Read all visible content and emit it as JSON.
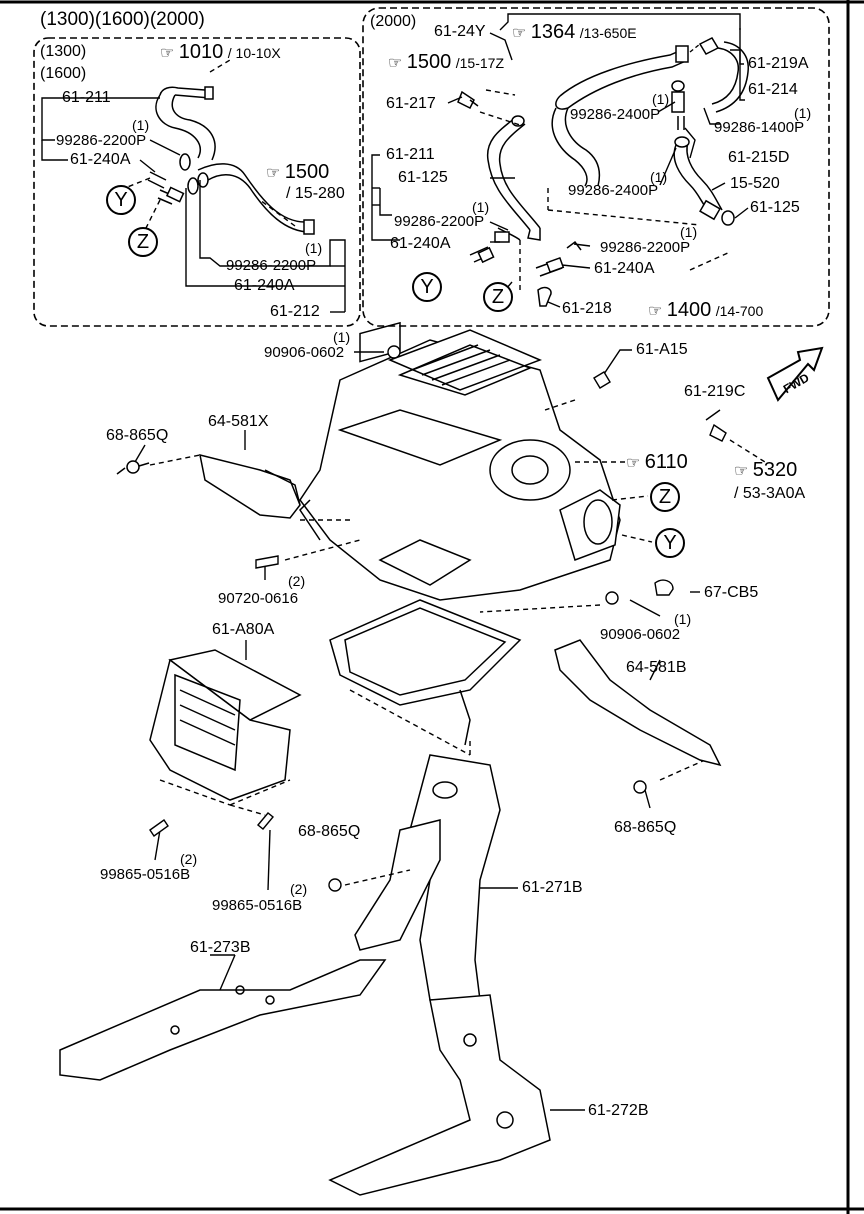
{
  "header": {
    "title": "(1300)(1600)(2000)",
    "left_box_tag_1": "(1300)",
    "left_box_tag_2": "(1600)",
    "right_box_tag": "(2000)"
  },
  "refs": {
    "r1010_main": "1010",
    "r1010_sub": "/ 10-10X",
    "r1500a_main": "1500",
    "r1500a_sub": "/ 15-280",
    "r1364_main": "1364",
    "r1364_sub": "/13-650E",
    "r1500b_main": "1500",
    "r1500b_sub": "/15-17Z",
    "r1400_main": "1400",
    "r1400_sub": "/14-700",
    "r6110_main": "6110",
    "r5320_main": "5320",
    "r5320_sub": "/ 53-3A0A"
  },
  "markers": {
    "y": "Y",
    "z": "Z",
    "fwd": "FWD"
  },
  "parts": {
    "p61_211_l": "61-211",
    "p99286_2200p_l1": "99286-2200P",
    "p99286_2200p_l1_q": "(1)",
    "p61_240a_l1": "61-240A",
    "p99286_2200p_l2": "99286-2200P",
    "p99286_2200p_l2_q": "(1)",
    "p61_240a_l2": "61-240A",
    "p61_212": "61-212",
    "p61_24y": "61-24Y",
    "p61_217": "61-217",
    "p61_211_r": "61-211",
    "p61_125_r1": "61-125",
    "p99286_2200p_r1": "99286-2200P",
    "p99286_2200p_r1_q": "(1)",
    "p61_240a_r1": "61-240A",
    "p61_219a": "61-219A",
    "p61_214": "61-214",
    "p99286_2400p_1": "99286-2400P",
    "p99286_2400p_1_q": "(1)",
    "p99286_1400p": "99286-1400P",
    "p99286_1400p_q": "(1)",
    "p61_215d": "61-215D",
    "p99286_2400p_2": "99286-2400P",
    "p99286_2400p_2_q": "(1)",
    "p15_520": "15-520",
    "p61_125_r2": "61-125",
    "p99286_2200p_r2": "99286-2200P",
    "p99286_2200p_r2_q": "(1)",
    "p61_240a_r2": "61-240A",
    "p61_218": "61-218",
    "p90906_0602_a": "90906-0602",
    "p90906_0602_a_q": "(1)",
    "p61_a15": "61-A15",
    "p61_219c": "61-219C",
    "p68_865q_a": "68-865Q",
    "p64_581x": "64-581X",
    "p90720_0616": "90720-0616",
    "p90720_0616_q": "(2)",
    "p67_cb5": "67-CB5",
    "p90906_0602_b": "90906-0602",
    "p90906_0602_b_q": "(1)",
    "p61_a80a": "61-A80A",
    "p64_581b": "64-581B",
    "p68_865q_b": "68-865Q",
    "p68_865q_c": "68-865Q",
    "p99865_0516b_a": "99865-0516B",
    "p99865_0516b_a_q": "(2)",
    "p99865_0516b_b": "99865-0516B",
    "p99865_0516b_b_q": "(2)",
    "p61_271b": "61-271B",
    "p61_273b": "61-273B",
    "p61_272b": "61-272B"
  }
}
